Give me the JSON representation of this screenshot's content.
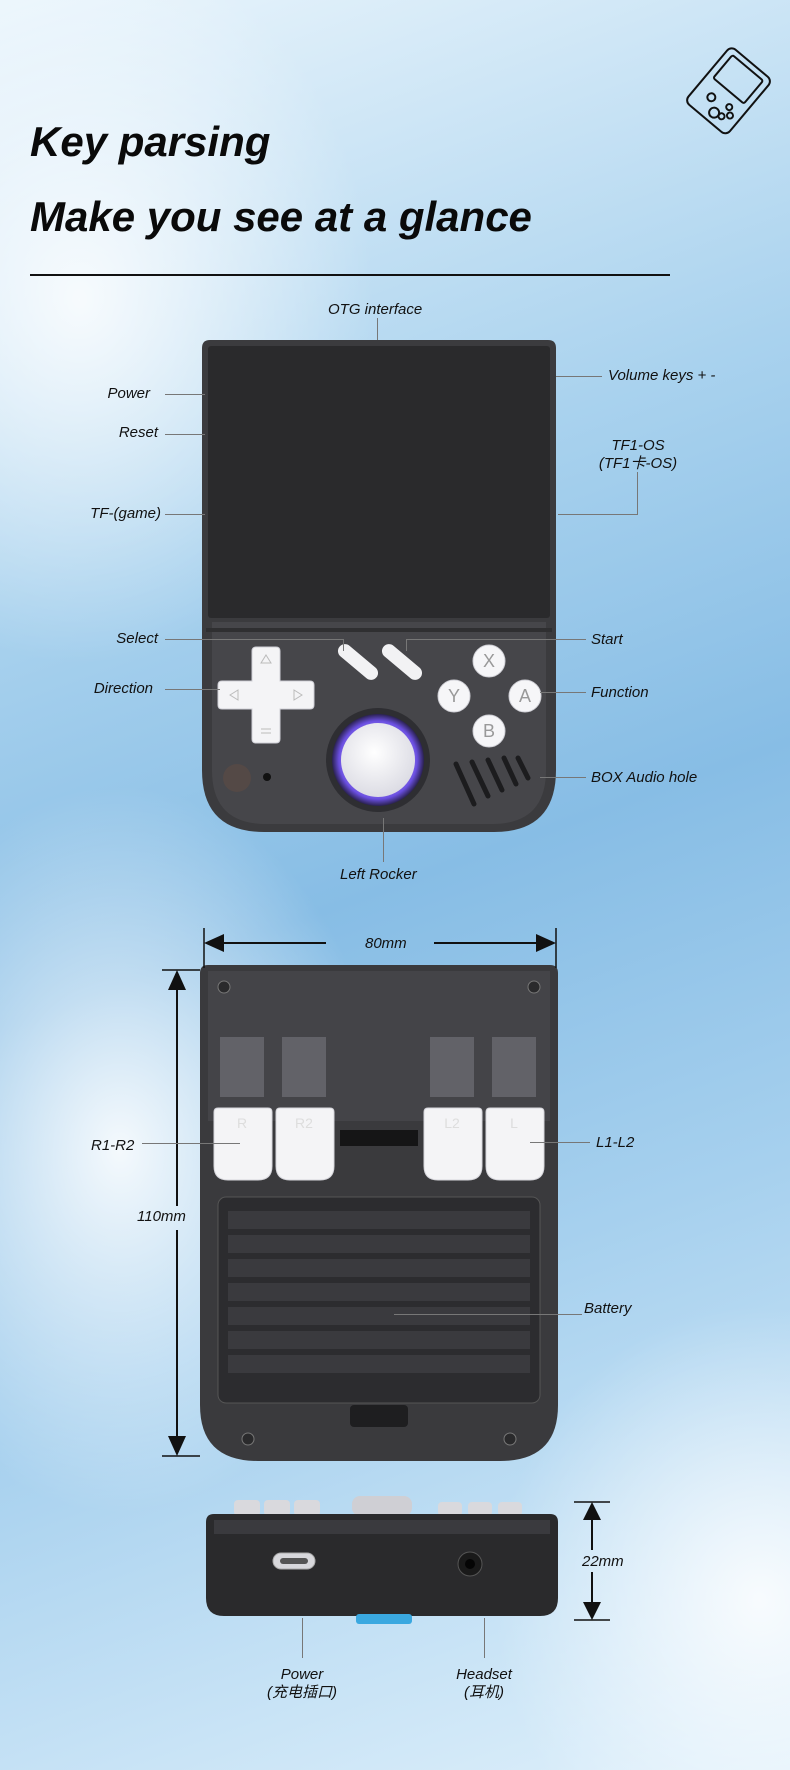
{
  "titles": {
    "line1": "Key parsing",
    "line2": "Make you see at a glance"
  },
  "front_labels": {
    "otg": "OTG interface",
    "power": "Power",
    "reset": "Reset",
    "tf_game": "TF-(game)",
    "volume": "Volume keys + -",
    "tf1_os": "TF1-OS",
    "tf1_os_cn": "(TF1卡-OS)",
    "select": "Select",
    "start": "Start",
    "direction": "Direction",
    "function": "Function",
    "box_audio": "BOX Audio hole",
    "left_rocker": "Left Rocker"
  },
  "buttons": {
    "x": "X",
    "y": "Y",
    "a": "A",
    "b": "B"
  },
  "back_labels": {
    "width": "80mm",
    "height": "110mm",
    "r1r2": "R1-R2",
    "l1l2": "L1-L2",
    "battery": "Battery",
    "r_top": "R",
    "r2_top": "R2",
    "l2_top": "L2",
    "l_top": "L"
  },
  "bottom_labels": {
    "thickness": "22mm",
    "power": "Power",
    "power_cn": "(充电插口)",
    "headset": "Headset",
    "headset_cn": "(耳机)"
  },
  "colors": {
    "accent_purple": "#8a6cf0",
    "body_dark": "#3a3a3c",
    "usb_accent": "#3aa8e0"
  }
}
